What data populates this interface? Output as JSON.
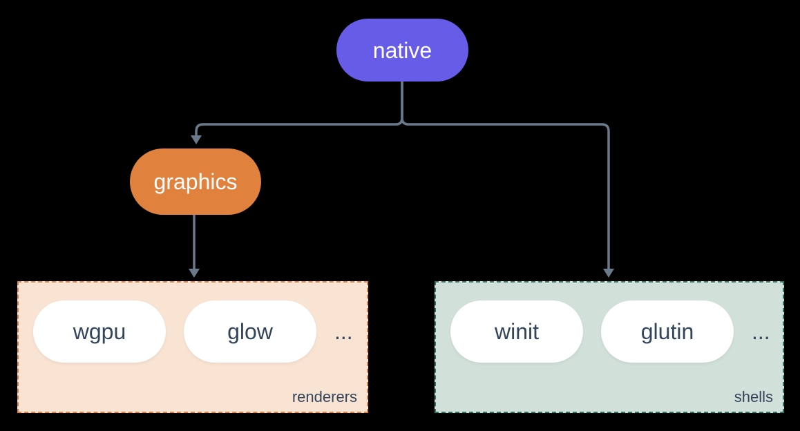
{
  "canvas": {
    "background": "#000000",
    "connector_color": "#6b7a8b"
  },
  "nodes": {
    "native": {
      "label": "native",
      "fill": "#675ce8",
      "text_color": "#ffffff"
    },
    "graphics": {
      "label": "graphics",
      "fill": "#e0813d",
      "text_color": "#ffffff"
    }
  },
  "groups": {
    "renderers": {
      "label": "renderers",
      "fill": "#f9e3d3",
      "border_color": "#e0813d",
      "items": [
        "wgpu",
        "glow"
      ],
      "ellipsis": "...",
      "item_text_color": "#33455c"
    },
    "shells": {
      "label": "shells",
      "fill": "#d2e0da",
      "border_color": "#2e7467",
      "items": [
        "winit",
        "glutin"
      ],
      "ellipsis": "...",
      "item_text_color": "#33455c"
    }
  },
  "edges": [
    {
      "from": "native",
      "to": "graphics"
    },
    {
      "from": "native",
      "to": "shells"
    },
    {
      "from": "graphics",
      "to": "renderers"
    }
  ]
}
